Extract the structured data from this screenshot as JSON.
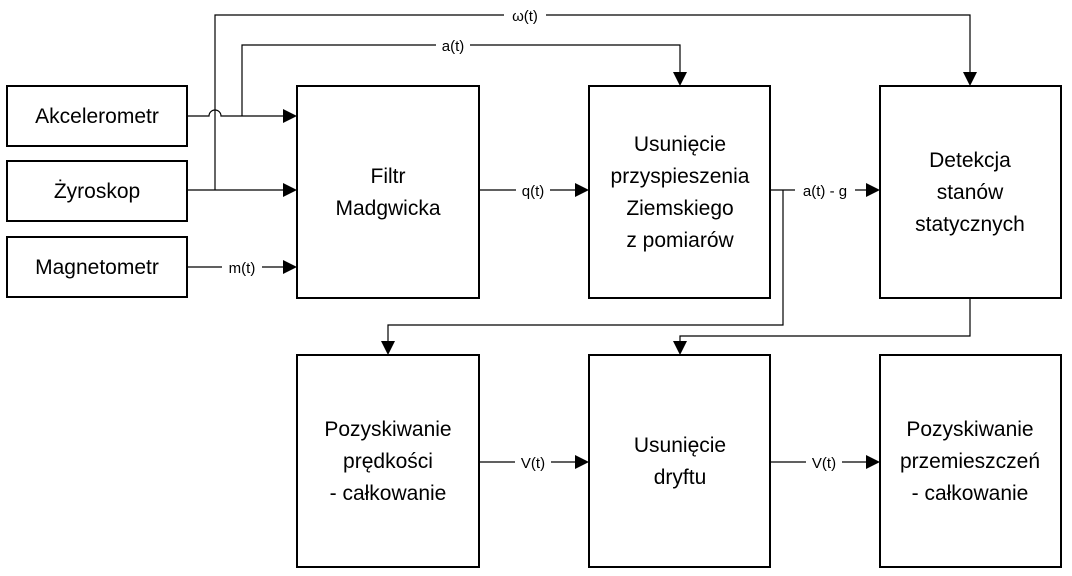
{
  "nodes": {
    "akcelerometr": {
      "lines": [
        "Akcelerometr"
      ]
    },
    "zyroskop": {
      "lines": [
        "Żyroskop"
      ]
    },
    "magnetometr": {
      "lines": [
        "Magnetometr"
      ]
    },
    "filtr": {
      "lines": [
        "Filtr",
        "Madgwicka"
      ]
    },
    "usuniecie_przyspieszenia": {
      "lines": [
        "Usunięcie",
        "przyspieszenia",
        "Ziemskiego",
        "z pomiarów"
      ]
    },
    "detekcja": {
      "lines": [
        "Detekcja",
        "stanów",
        "statycznych"
      ]
    },
    "predkosc": {
      "lines": [
        "Pozyskiwanie",
        "prędkości",
        "- całkowanie"
      ]
    },
    "dryft": {
      "lines": [
        "Usunięcie",
        "dryftu"
      ]
    },
    "przemieszczenia": {
      "lines": [
        "Pozyskiwanie",
        "przemieszczeń",
        "- całkowanie"
      ]
    }
  },
  "edges": {
    "omega": "ω(t)",
    "a": "a(t)",
    "q": "q(t)",
    "a_minus_g": "a(t) - g",
    "m": "m(t)",
    "v1": "V(t)",
    "v2": "V(t)"
  }
}
